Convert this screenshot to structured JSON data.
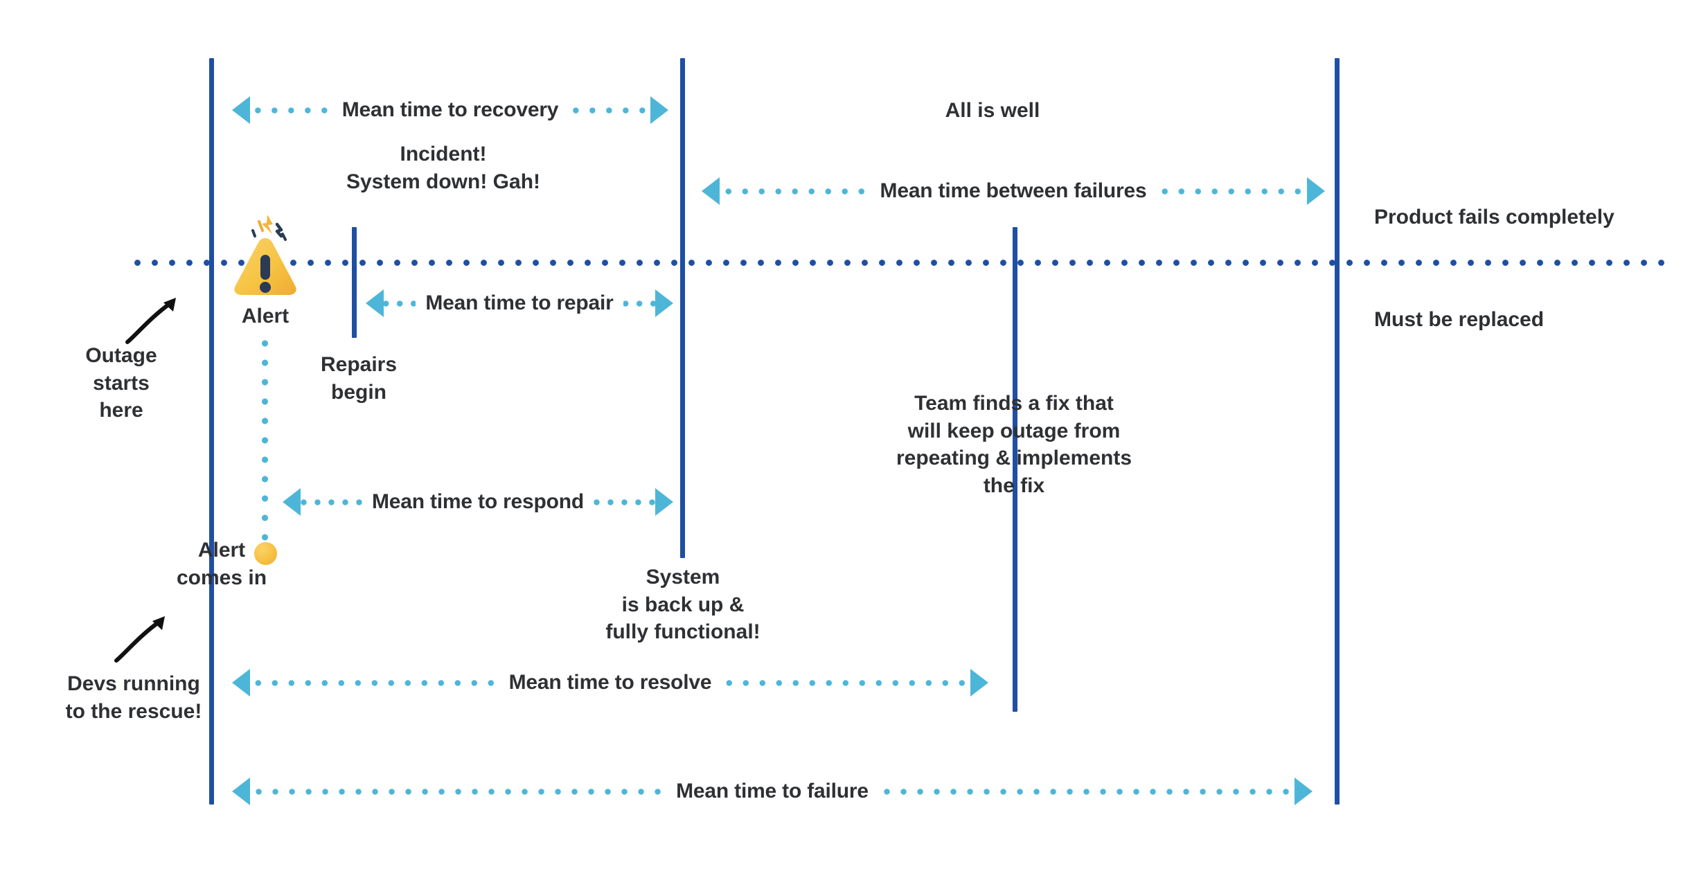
{
  "diagram": {
    "title": "Incident response timeline metrics",
    "colors": {
      "timeline_blue": "#1f4fa3",
      "measure_teal": "#4db6d8",
      "alert_yellow": "#f5c344",
      "alert_navy": "#2b3a55",
      "text_dark": "#2e3033"
    },
    "measures": [
      {
        "id": "mttrecovery",
        "label": "Mean time to recovery"
      },
      {
        "id": "mtbf",
        "label": "Mean time between failures"
      },
      {
        "id": "mttrepair",
        "label": "Mean time to repair"
      },
      {
        "id": "mttrespond",
        "label": "Mean time to respond"
      },
      {
        "id": "mttresolve",
        "label": "Mean time to resolve"
      },
      {
        "id": "mttfailure",
        "label": "Mean time to failure"
      }
    ],
    "annotations": {
      "outage_starts": "Outage\nstarts\nhere",
      "alert": "Alert",
      "incident": "Incident!\nSystem down! Gah!",
      "repairs_begin": "Repairs\nbegin",
      "alert_comes_in": "Alert\ncomes in",
      "system_back_up": "System\nis back up &\nfully functional!",
      "all_is_well": "All is well",
      "team_finds_fix": "Team finds a fix that\nwill keep outage from\nrepeating & implements\nthe fix",
      "product_fails": "Product fails completely",
      "must_be_replaced": "Must be replaced",
      "devs_running": "Devs running\nto the rescue!"
    },
    "icons": {
      "alert_triangle": "alert-triangle-icon",
      "alert_dot": "alert-dot-icon",
      "arrow_outage": "curved-arrow-icon",
      "arrow_devs": "curved-arrow-icon"
    }
  }
}
